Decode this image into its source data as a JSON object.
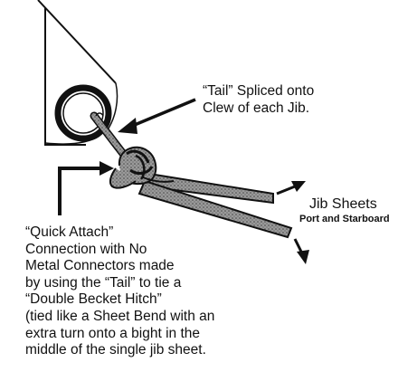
{
  "labels": {
    "tail_line1": "“Tail” Spliced onto",
    "tail_line2": "Clew of each Jib.",
    "jib_sheets": "Jib Sheets",
    "jib_sheets_sub": "Port and Starboard",
    "quick_attach": [
      "“Quick Attach”",
      "Connection with No",
      "Metal Connectors made",
      "by using the “Tail” to tie a",
      "“Double Becket Hitch”",
      "(tied like a Sheet Bend with an",
      "extra turn onto a bight in the",
      "middle of the single jib sheet."
    ]
  },
  "colors": {
    "ink": "#111111",
    "rope_fill": "#8a8a8a",
    "background": "#ffffff"
  }
}
